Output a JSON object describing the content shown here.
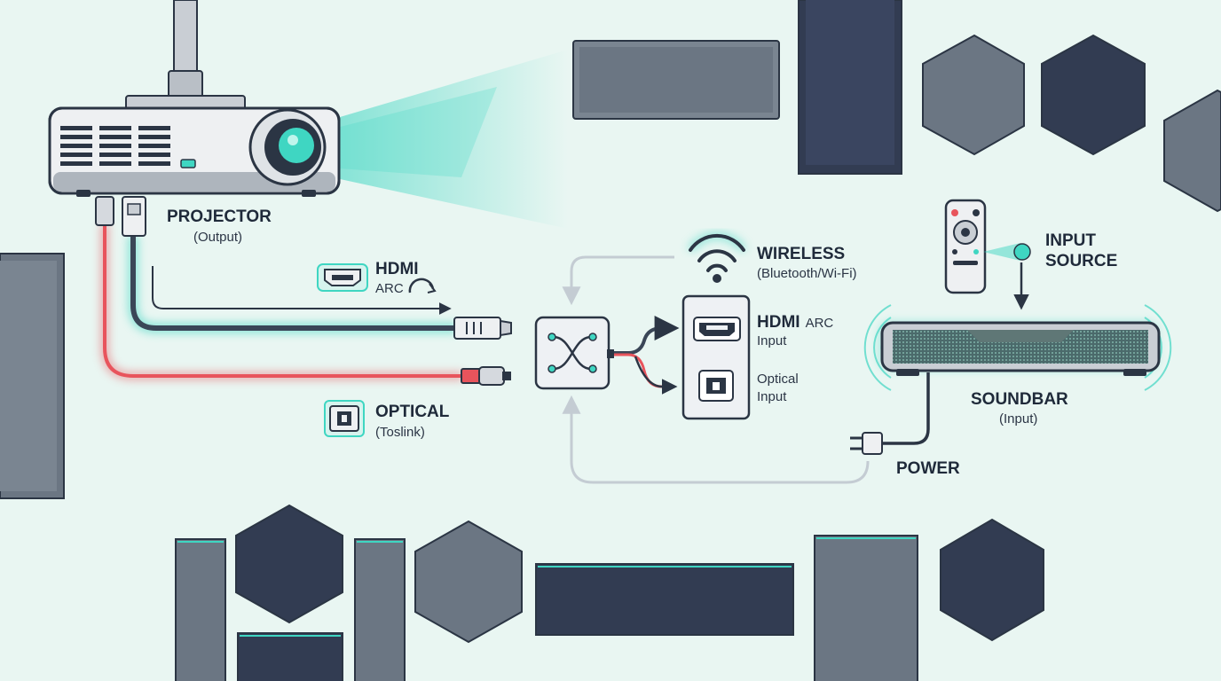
{
  "colors": {
    "background": "#e9f6f2",
    "outline": "#2b3544",
    "panel_gray": "#6b7683",
    "panel_dark": "#323c52",
    "accent_teal": "#3fd6c2",
    "optical_red": "#e8545c",
    "flow_gray": "#c4ccd3"
  },
  "labels": {
    "projector": {
      "title": "PROJECTOR",
      "sub": "(Output)"
    },
    "hdmi": {
      "title": "HDMI",
      "sub": "ARC"
    },
    "optical": {
      "title": "OPTICAL",
      "sub": "(Toslink)"
    },
    "wireless": {
      "title": "WIRELESS",
      "sub": "(Bluetooth/Wi-Fi)"
    },
    "hdmi_arc_input": {
      "title": "HDMI",
      "title_suffix": "ARC",
      "sub": "Input"
    },
    "optical_input": {
      "line1": "Optical",
      "line2": "Input"
    },
    "input_source": {
      "line1": "INPUT",
      "line2": "SOURCE"
    },
    "soundbar": {
      "title": "SOUNDBAR",
      "sub": "(Input)"
    },
    "power": {
      "title": "POWER"
    }
  },
  "icons": {
    "projector": "projector-icon",
    "hdmi_port": "hdmi-port-icon",
    "optical_port": "optical-port-icon",
    "wireless": "wifi-icon",
    "switch": "switch-crossover-icon",
    "remote": "remote-control-icon",
    "soundbar": "soundbar-icon",
    "power_plug": "power-plug-icon"
  }
}
